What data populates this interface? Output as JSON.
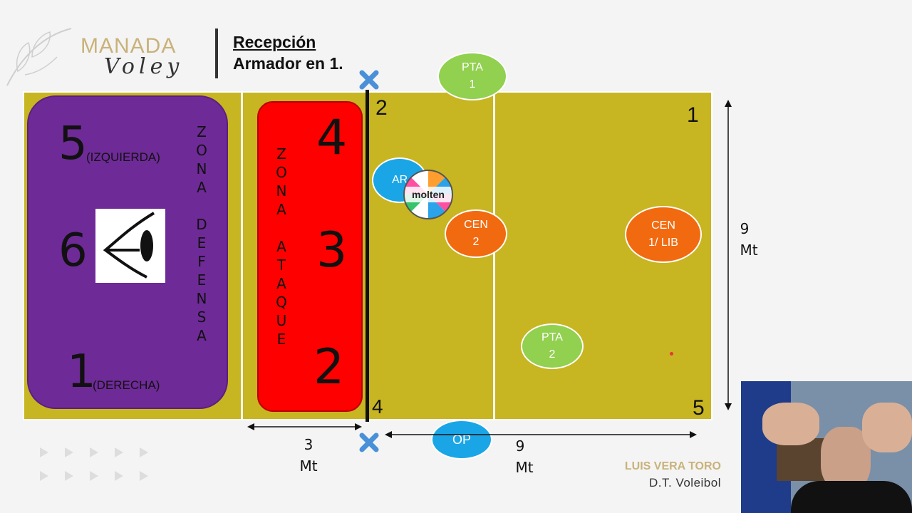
{
  "logo": {
    "line1": "MANADA",
    "line2": "Voley"
  },
  "title": {
    "line1": "Recepción",
    "line2": "Armador en 1."
  },
  "zones": {
    "defense": {
      "label": [
        "Z",
        "O",
        "N",
        "A",
        " ",
        "D",
        "E",
        "F",
        "E",
        "N",
        "S",
        "A"
      ]
    },
    "attack": {
      "label": [
        "Z",
        "O",
        "N",
        "A",
        " ",
        "A",
        "T",
        "A",
        "Q",
        "U",
        "E"
      ]
    }
  },
  "positions": {
    "p5": "5",
    "p5_note": "(IZQUIERDA)",
    "p6": "6",
    "p1": "1",
    "p1_note": "(DERECHA)",
    "p4": "4",
    "p3": "3",
    "p2": "2"
  },
  "net_labels": {
    "top": "2",
    "bottom": "4"
  },
  "corner_labels": {
    "top_right": "1",
    "bottom_right": "5"
  },
  "players": {
    "pta1": {
      "line1": "PTA",
      "line2": "1"
    },
    "ar": {
      "line1": "AR",
      "line2": ""
    },
    "cen2": {
      "line1": "CEN",
      "line2": "2"
    },
    "cen1lib": {
      "line1": "CEN",
      "line2": "1/ LIB"
    },
    "pta2": {
      "line1": "PTA",
      "line2": "2"
    },
    "op": {
      "line1": "OP",
      "line2": ""
    }
  },
  "ball_brand": "molten",
  "measures": {
    "attack_width": {
      "value": "3",
      "unit": "Mt"
    },
    "court_length": {
      "value": "9",
      "unit": "Mt"
    },
    "court_width": {
      "value": "9",
      "unit": "Mt"
    }
  },
  "author": {
    "name": "LUIS VERA TORO",
    "role": "D.T. Voleibol"
  },
  "colors": {
    "court": "#c8b522",
    "defense_zone": "#6e2a97",
    "attack_zone": "#ff0000",
    "marker": "#4a90d9"
  }
}
